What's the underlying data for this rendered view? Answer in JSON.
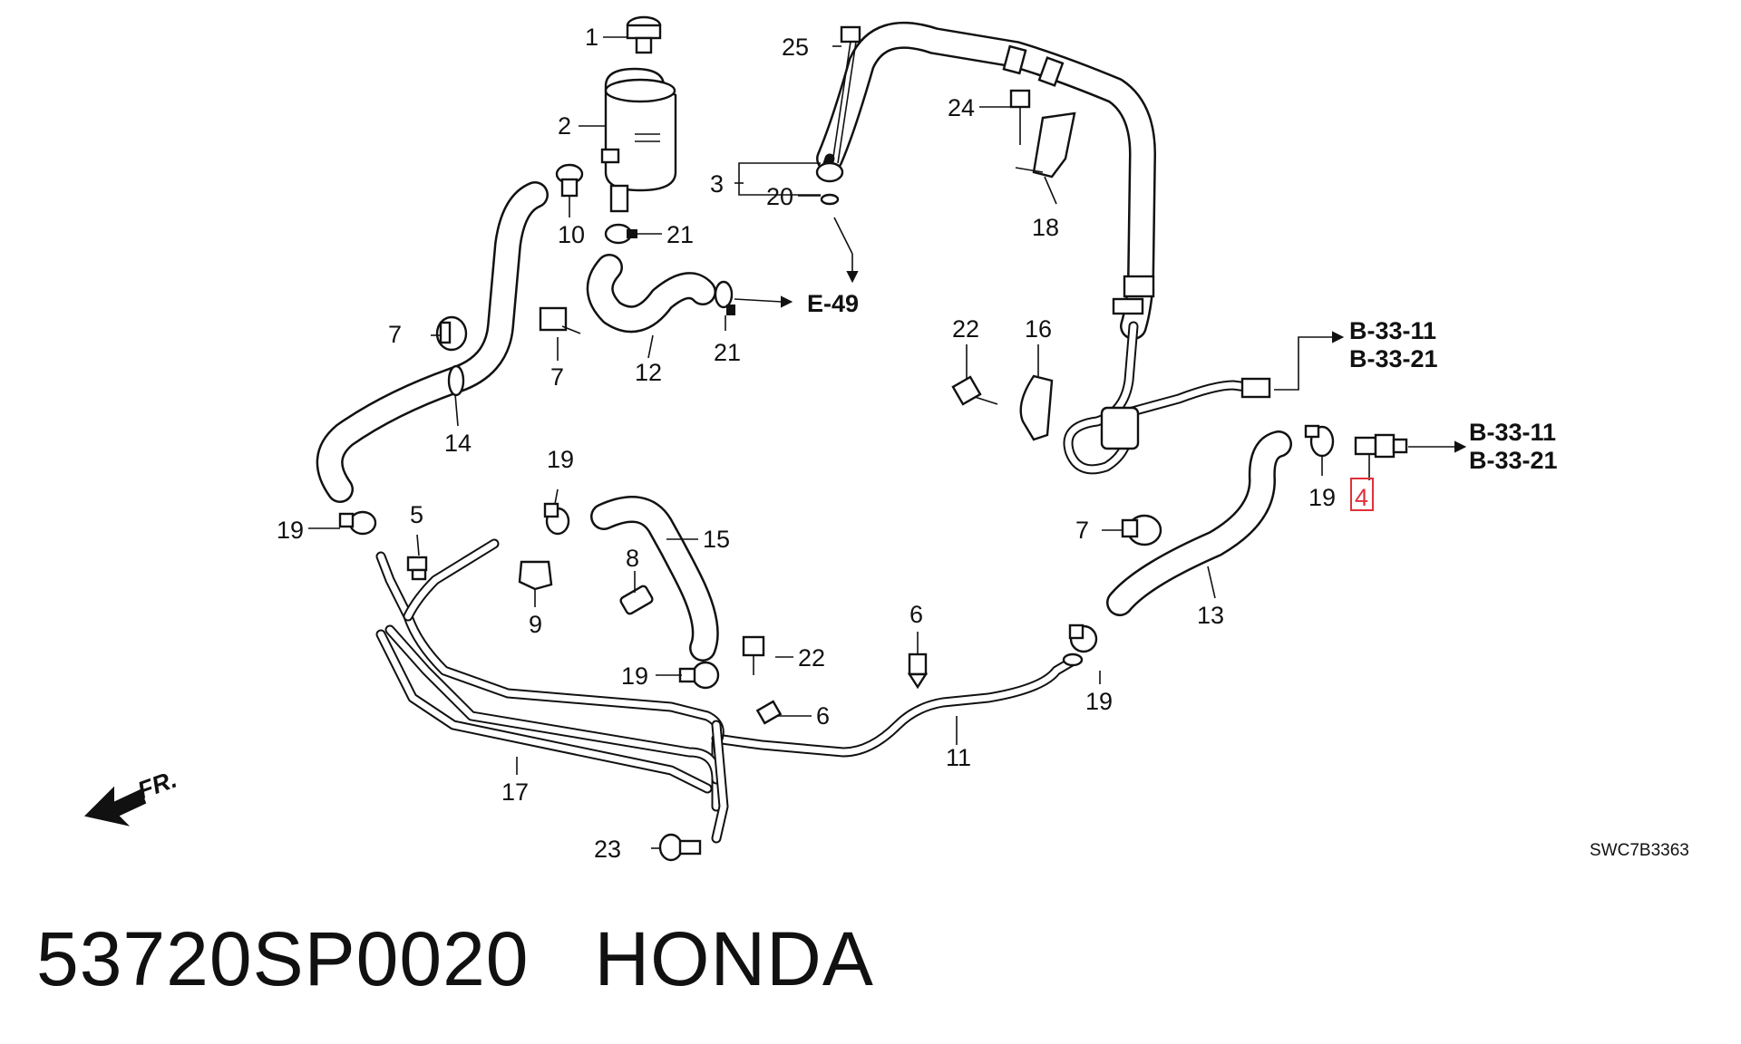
{
  "callouts": {
    "c1": "1",
    "c2": "2",
    "c3": "3",
    "c4": "4",
    "c5": "5",
    "c6a": "6",
    "c6b": "6",
    "c7a": "7",
    "c7b": "7",
    "c7c": "7",
    "c8": "8",
    "c9": "9",
    "c10": "10",
    "c11": "11",
    "c12": "12",
    "c13": "13",
    "c14": "14",
    "c15": "15",
    "c16": "16",
    "c17": "17",
    "c18": "18",
    "c19a": "19",
    "c19b": "19",
    "c19c": "19",
    "c19d": "19",
    "c19e": "19",
    "c20": "20",
    "c21a": "21",
    "c21b": "21",
    "c22a": "22",
    "c22b": "22",
    "c23": "23",
    "c24": "24",
    "c25": "25"
  },
  "references": {
    "e49": "E-49",
    "b3311_a": "B-33-11",
    "b3321_a": "B-33-21",
    "b3311_b": "B-33-11",
    "b3321_b": "B-33-21"
  },
  "direction_label": "FR.",
  "diagram_code": "SWC7B3363",
  "highlight": {
    "part": "4",
    "color": "#e0303a"
  },
  "footer": {
    "part_number": "53720SP0020",
    "brand": "HONDA"
  }
}
